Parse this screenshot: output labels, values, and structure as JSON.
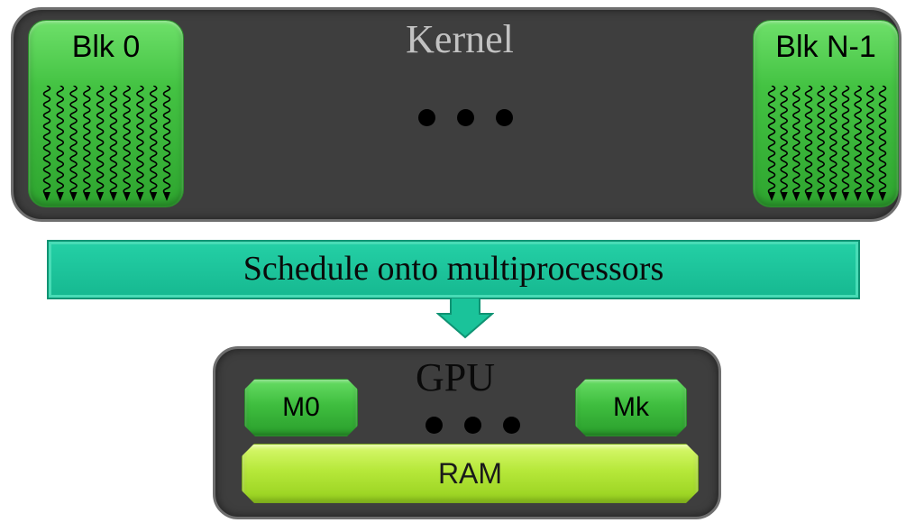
{
  "kernel": {
    "title": "Kernel",
    "blocks": [
      {
        "label": "Blk 0",
        "thread_count": 10
      },
      {
        "label": "Blk N-1",
        "thread_count": 10
      }
    ]
  },
  "schedule": {
    "label": "Schedule onto multiprocessors"
  },
  "gpu": {
    "title": "GPU",
    "multiprocessors": [
      {
        "label": "M0"
      },
      {
        "label": "Mk"
      }
    ],
    "memory": {
      "label": "RAM"
    }
  },
  "colors": {
    "panel": "#3e3e3e",
    "block_green": "#44c343",
    "schedule_teal": "#1ac39a",
    "ram_lime": "#b6e83a"
  },
  "icons": {
    "ellipsis": "ellipsis-dots-icon",
    "thread": "wavy-thread-arrow-icon",
    "arrow": "down-arrow-icon"
  }
}
